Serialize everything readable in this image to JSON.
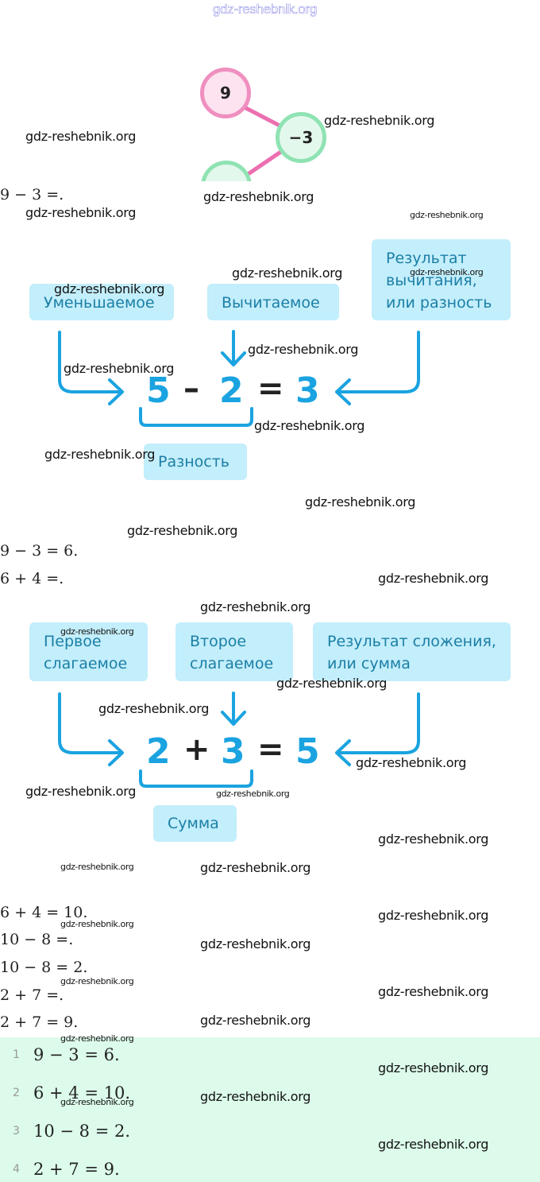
{
  "watermark": "gdz-reshebnik.org",
  "top_banner": "gdz-reshebnik.org",
  "chain_diagram": {
    "nodes": [
      {
        "label": "9",
        "color": "pink"
      },
      {
        "label": "−3",
        "color": "green"
      },
      {
        "label": "",
        "color": "green"
      }
    ],
    "colors": {
      "pink_fill": "#fde2ef",
      "pink_stroke": "#ef8fc0",
      "green_fill": "#e3f8ec",
      "green_stroke": "#8fe3b3",
      "link": "#ec6fb0"
    }
  },
  "steps": {
    "s1": "9 − 3 =.",
    "s2": "9 − 3 = 6.",
    "s3": "6 + 4 =.",
    "s4": "6 + 4 = 10.",
    "s5": "10 − 8 =.",
    "s6": "10 − 8 = 2.",
    "s7": "2 + 7 =.",
    "s8": "2 + 7 = 9."
  },
  "subtraction_diagram": {
    "labels": {
      "minuend": "Уменьшаемое",
      "subtrahend": "Вычитаемое",
      "result_line1": "Результат",
      "result_line2": "вычитания,",
      "result_line3": "или разность",
      "difference": "Разность"
    },
    "equation": {
      "a": "5",
      "op": "–",
      "b": "2",
      "eq": "=",
      "c": "3"
    }
  },
  "addition_diagram": {
    "labels": {
      "first_line1": "Первое",
      "first_line2": "слагаемое",
      "second_line1": "Второе",
      "second_line2": "слагаемое",
      "result_line1": "Результат сложения,",
      "result_line2": "или сумма",
      "sum": "Сумма"
    },
    "equation": {
      "a": "2",
      "op": "+",
      "b": "3",
      "eq": "=",
      "c": "5"
    }
  },
  "answer": {
    "items": [
      {
        "num": "1",
        "expr": "9 − 3 = 6."
      },
      {
        "num": "2",
        "expr": "6 + 4 = 10."
      },
      {
        "num": "3",
        "expr": "10 − 8 = 2."
      },
      {
        "num": "4",
        "expr": "2 + 7 = 9."
      }
    ]
  },
  "colors": {
    "accent_blue": "#1aa3e0",
    "box_bg": "#c3eefb",
    "box_text": "#1b7fa6",
    "answer_bg": "#dcfbeb"
  }
}
